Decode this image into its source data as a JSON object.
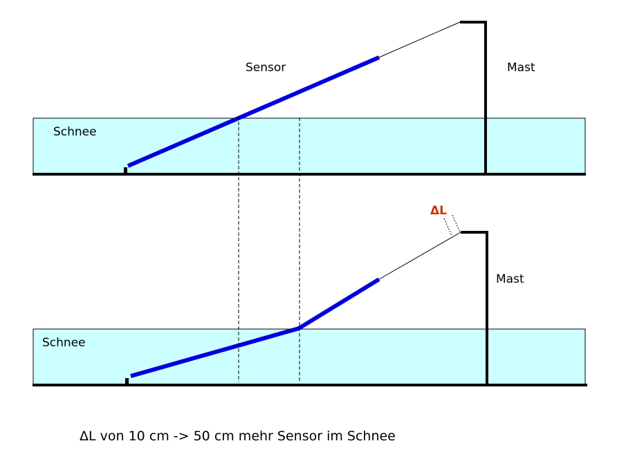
{
  "colors": {
    "snow_fill": "#ccffff",
    "sensor": "#0000dd",
    "structure": "#000000",
    "delta_label": "#cc3300"
  },
  "top_panel": {
    "sensor_label": "Sensor",
    "mast_label": "Mast",
    "snow_label": "Schnee"
  },
  "bottom_panel": {
    "delta_label": "ΔL",
    "mast_label": "Mast",
    "snow_label": "Schnee"
  },
  "caption": "ΔL von 10 cm -> 50 cm mehr Sensor im Schnee"
}
